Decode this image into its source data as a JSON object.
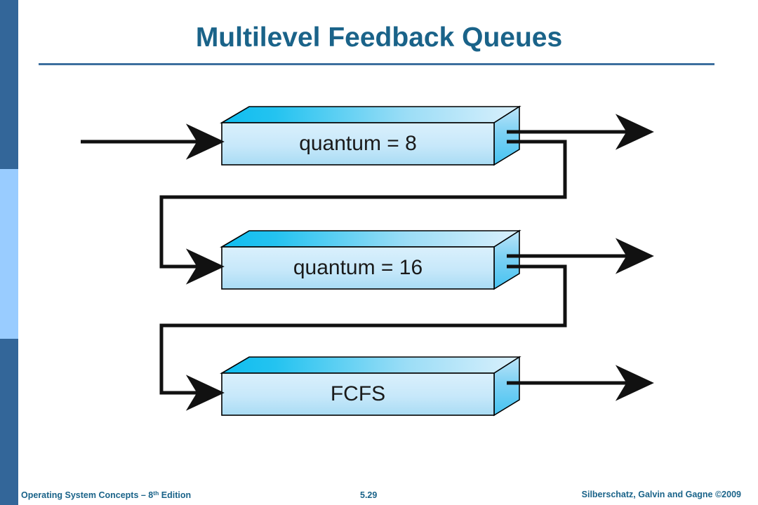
{
  "slide": {
    "title": "Multilevel Feedback Queues",
    "accent_color": "#1a6389",
    "rule_color": "#3d6f9e",
    "background": "#ffffff"
  },
  "sidebar": {
    "segments": [
      {
        "name": "top-band",
        "color": "#336699"
      },
      {
        "name": "middle-band",
        "color": "#99ccff"
      },
      {
        "name": "bottom-band",
        "color": "#336699"
      }
    ]
  },
  "diagram": {
    "type": "flow",
    "description": "Three stacked 3D queue slabs connected by feedback arrows",
    "box_colors": {
      "front_top": "#d8effb",
      "front_bottom": "#a8dcf5",
      "top_face_left": "#1fc0f0",
      "top_face_right": "#cdebfa",
      "side_face_top": "#a9ddf6",
      "side_face_bottom": "#4cc5f2",
      "outline": "#000000"
    },
    "arrow_color": "#111111",
    "queues": [
      {
        "id": "q1",
        "label": "quantum = 8",
        "has_feedback": true
      },
      {
        "id": "q2",
        "label": "quantum = 16",
        "has_feedback": true
      },
      {
        "id": "q3",
        "label": "FCFS",
        "has_feedback": false
      }
    ]
  },
  "footer": {
    "left_text": "Operating System Concepts – 8",
    "left_sup": "th",
    "left_suffix": " Edition",
    "page_number": "5.29",
    "right_text": "Silberschatz, Galvin and Gagne ©2009"
  }
}
